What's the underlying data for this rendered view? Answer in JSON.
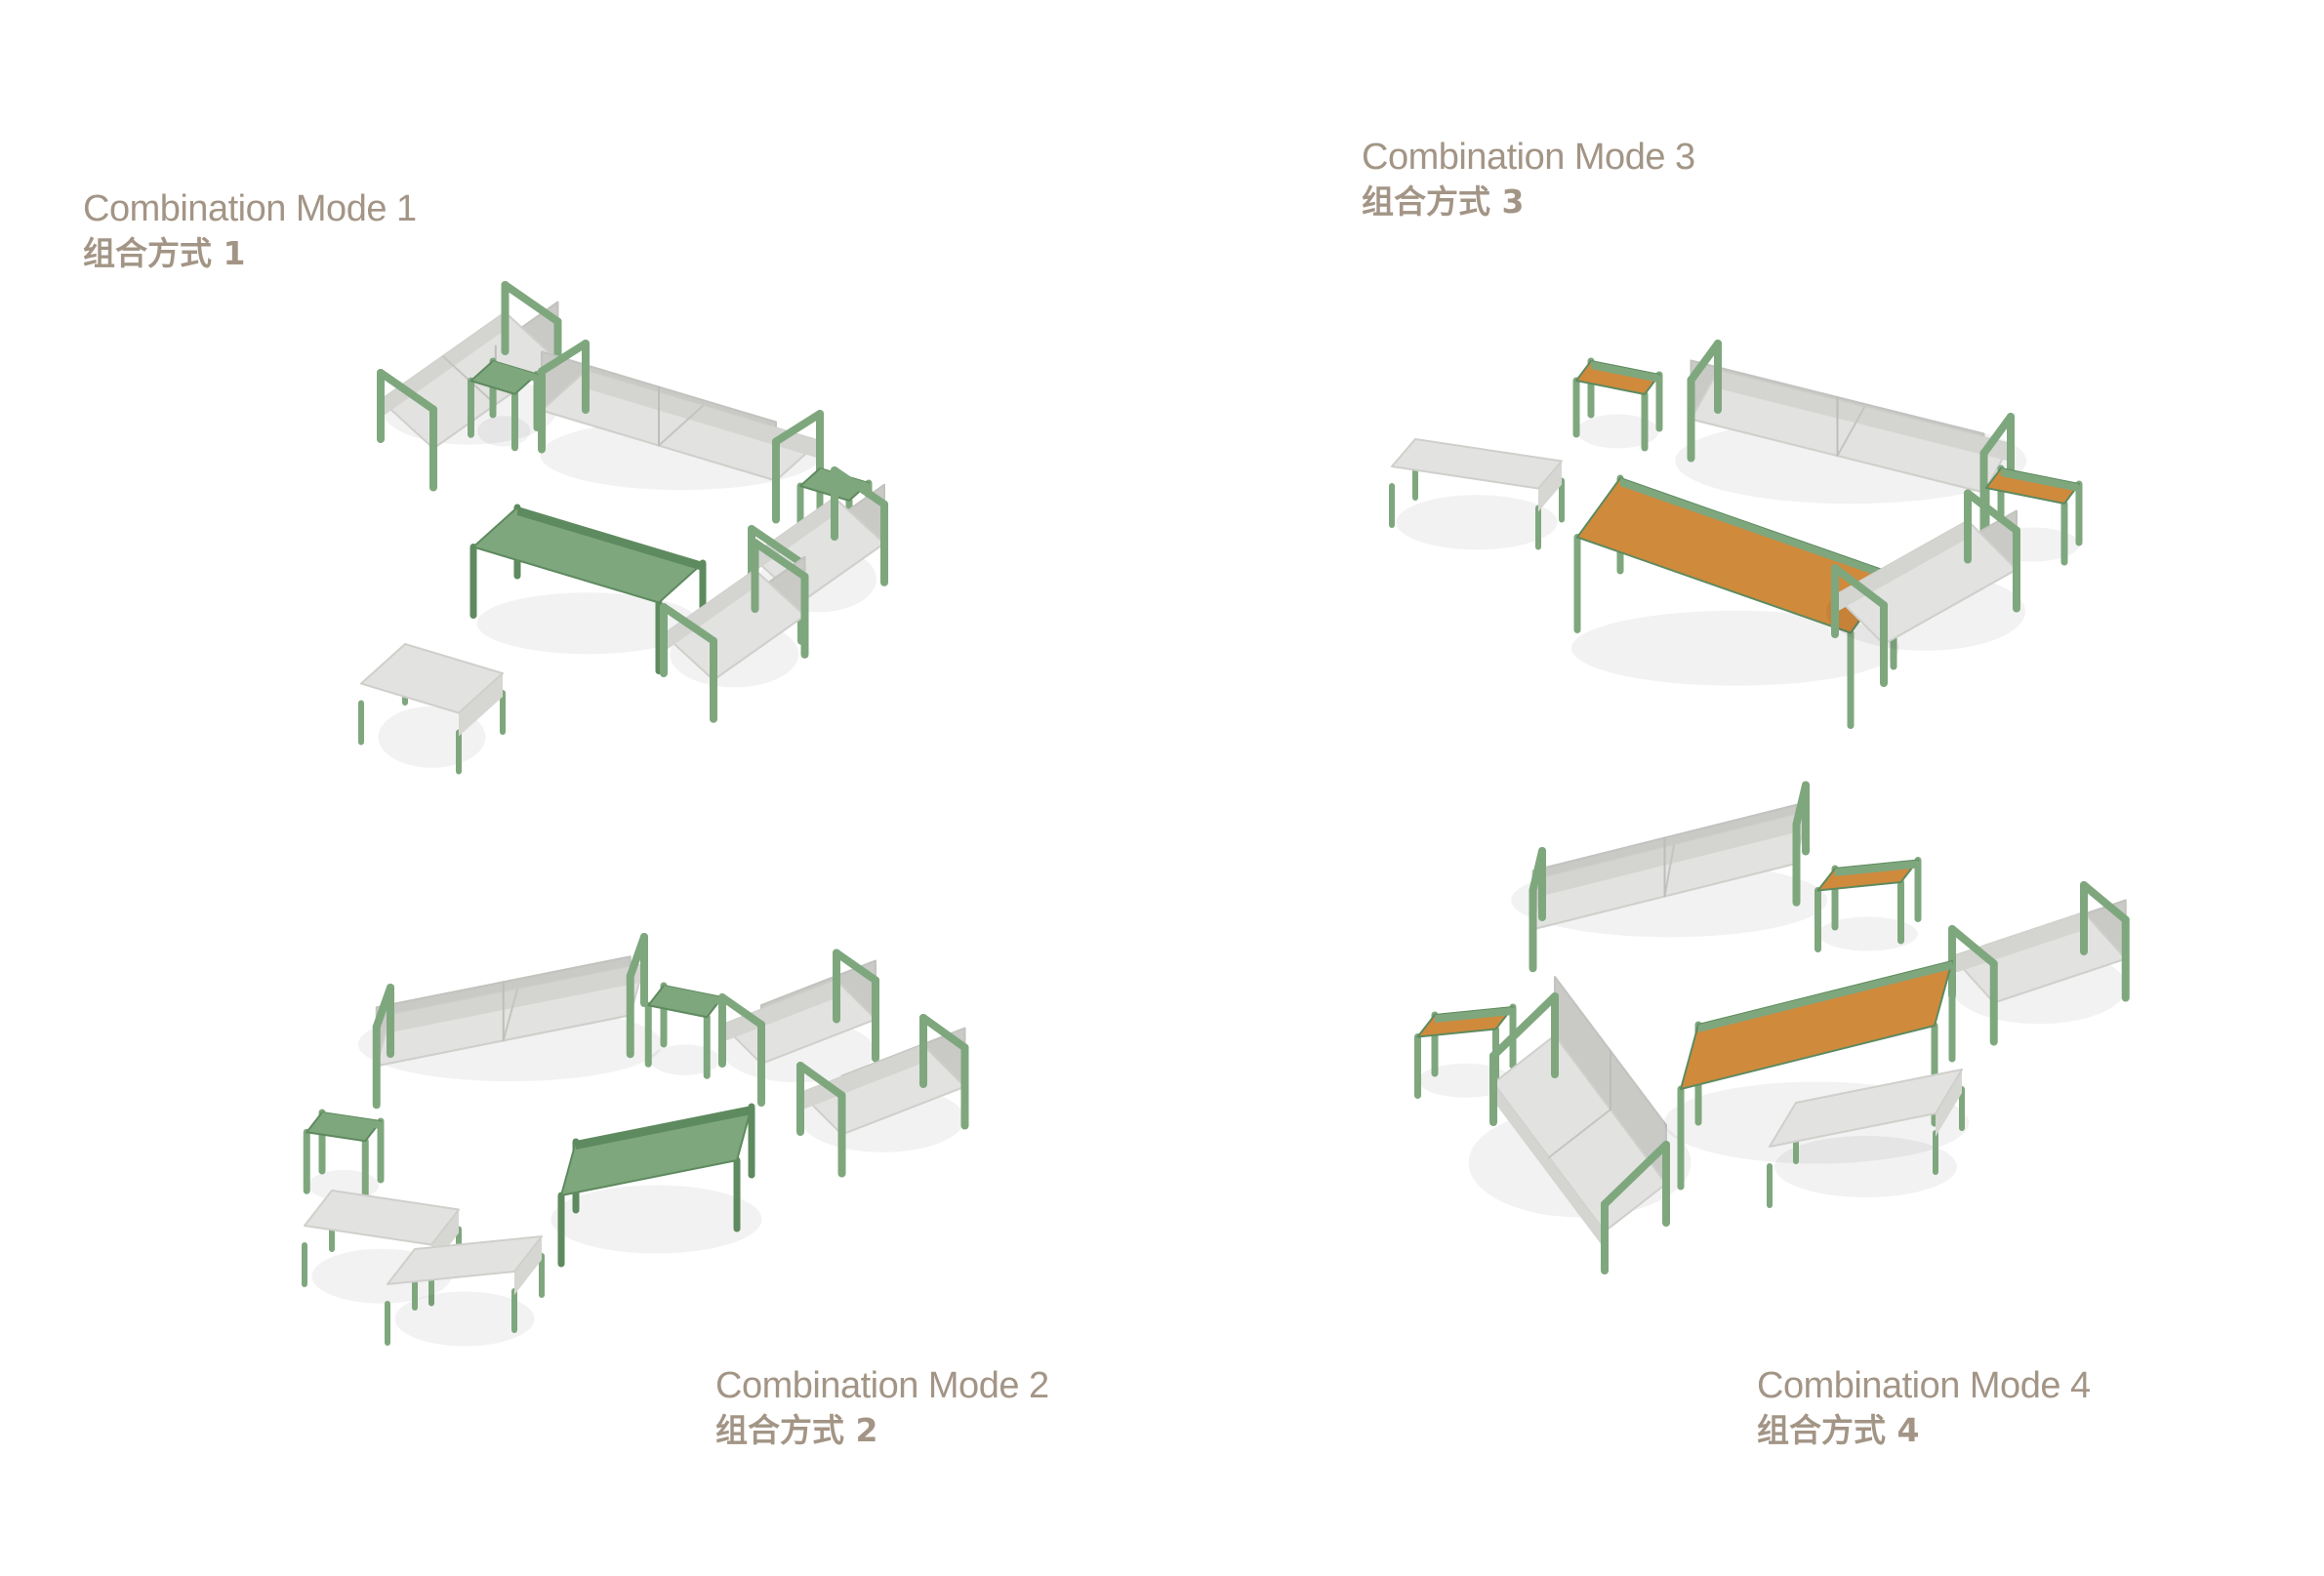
{
  "modes": [
    {
      "title": "Combination Mode 1",
      "subtitle": "组合方式 1"
    },
    {
      "title": "Combination Mode 2",
      "subtitle": "组合方式 2"
    },
    {
      "title": "Combination Mode 3",
      "subtitle": "组合方式 3"
    },
    {
      "title": "Combination Mode 4",
      "subtitle": "组合方式 4"
    }
  ],
  "colors": {
    "label_text": "#a39586",
    "frame_green": "#7fa77e",
    "frame_green_dark": "#5e8a5f",
    "cushion": "#e2e2e0",
    "cushion_shade": "#c9c9c6",
    "teak": "#d08a3c",
    "teak_dark": "#a9662a"
  }
}
